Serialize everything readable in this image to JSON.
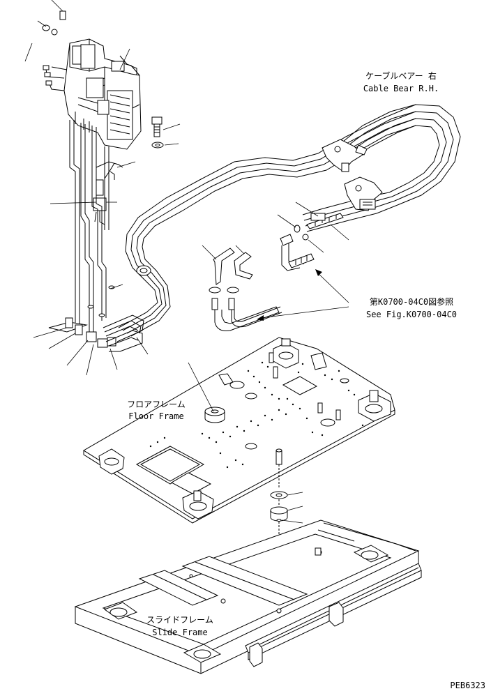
{
  "labels": {
    "cable_bear_jp": "ケーブルベアー 右",
    "cable_bear_en": "Cable Bear R.H.",
    "see_fig_jp": "第K0700-04C0図参照",
    "see_fig_en": "See Fig.K0700-04C0",
    "floor_frame_jp": "フロアフレーム",
    "floor_frame_en": "Floor Frame",
    "slide_frame_jp": "スライドフレーム",
    "slide_frame_en": "Slide Frame",
    "drawing_code": "PEB6323"
  }
}
